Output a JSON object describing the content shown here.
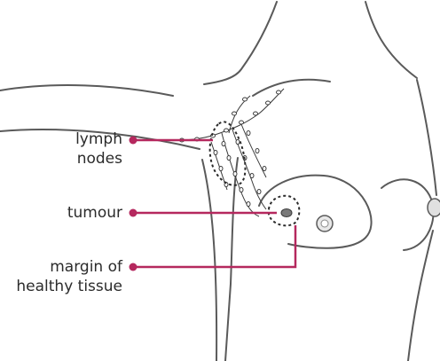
{
  "labels": {
    "lymph_line1": "lymph",
    "lymph_line2": "nodes",
    "tumour": "tumour",
    "margin_line1": "margin of",
    "margin_line2": "healthy tissue"
  },
  "colors": {
    "outline": "#5a5a5a",
    "leader": "#b5285e",
    "text": "#2b2b2b",
    "dashed": "#2b2b2b"
  }
}
